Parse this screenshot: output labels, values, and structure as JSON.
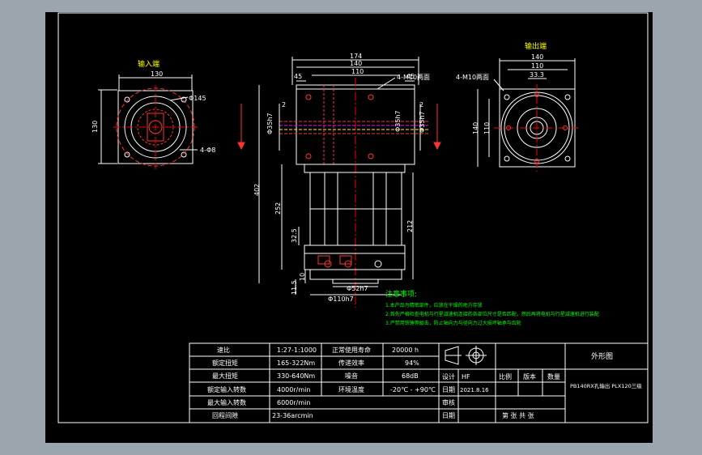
{
  "colors": {
    "background": "#9aa5ae",
    "sheet": "#000000",
    "line": "#ffffff",
    "title": "#ffff00",
    "notes": "#00ff00",
    "hidden": "#ff3333",
    "accent_red": "#ff0000",
    "cyan": "#00cccc",
    "magenta": "#ff00ff"
  },
  "views": {
    "input_title": "输入端",
    "output_title": "输出端"
  },
  "dims": {
    "input": {
      "width": "130",
      "height": "130",
      "dia": "Φ145",
      "holes": "4-Φ8"
    },
    "front": {
      "d174": "174",
      "d140": "140",
      "d110": "110",
      "d45a": "45",
      "d45b": "45",
      "d2a": "2",
      "d2b": "2",
      "holes": "4-M10两面",
      "dia_l": "Φ35h7",
      "dia_r": "Φ35h7",
      "dia_c": "Φ35h7",
      "d402": "402",
      "d252": "252",
      "d212": "212",
      "d32": "32.5",
      "d10": "10",
      "d115": "11.5",
      "base_w": "Φ52h7",
      "base_dia": "Φ110h7"
    },
    "output": {
      "holes": "4-M10两面",
      "w140": "140",
      "w110": "110",
      "d33": "33.3",
      "h140": "140",
      "h110": "110"
    }
  },
  "notes": {
    "heading": "注意事项:",
    "lines": [
      "1.本产品为精密部件，应放在干燥的地方存放",
      "2.首先严格检查电机与行星减速机连接的各部位尺寸是否匹配，然后再将电机与行星减速机进行装配",
      "3.严禁用铁锤等敲击，防止轴向力与径向力过大损坏轴承与齿轮"
    ]
  },
  "spec_table": {
    "rows": [
      {
        "label": "速比",
        "value": "1:27-1:1000",
        "label2": "正常使用寿命",
        "value2": "20000 h"
      },
      {
        "label": "额定扭矩",
        "value": "165-322Nm",
        "label2": "传递效率",
        "value2": "94%"
      },
      {
        "label": "最大扭矩",
        "value": "330-640Nm",
        "label2": "噪音",
        "value2": "68dB"
      },
      {
        "label": "额定输入转数",
        "value": "4000r/min",
        "label2": "环境温度",
        "value2": "-20℃ - +90℃"
      },
      {
        "label": "最大输入转数",
        "value": "6000r/min",
        "label2": "",
        "value2": ""
      },
      {
        "label": "回程间隙",
        "value": "23-36arcmin",
        "label2": "",
        "value2": ""
      }
    ]
  },
  "title_block": {
    "drawing_title": "外形图",
    "design_label": "设计",
    "design_value": "HF",
    "date_label": "日期",
    "date_value": "2021.8.16",
    "scale_label": "比例",
    "version_label": "版本",
    "qty_label": "数量",
    "model": "PB140RX孔输出 PLX120三级",
    "review_label": "审核",
    "date2_label": "日期",
    "sheet_text": "第  张  共  张"
  }
}
